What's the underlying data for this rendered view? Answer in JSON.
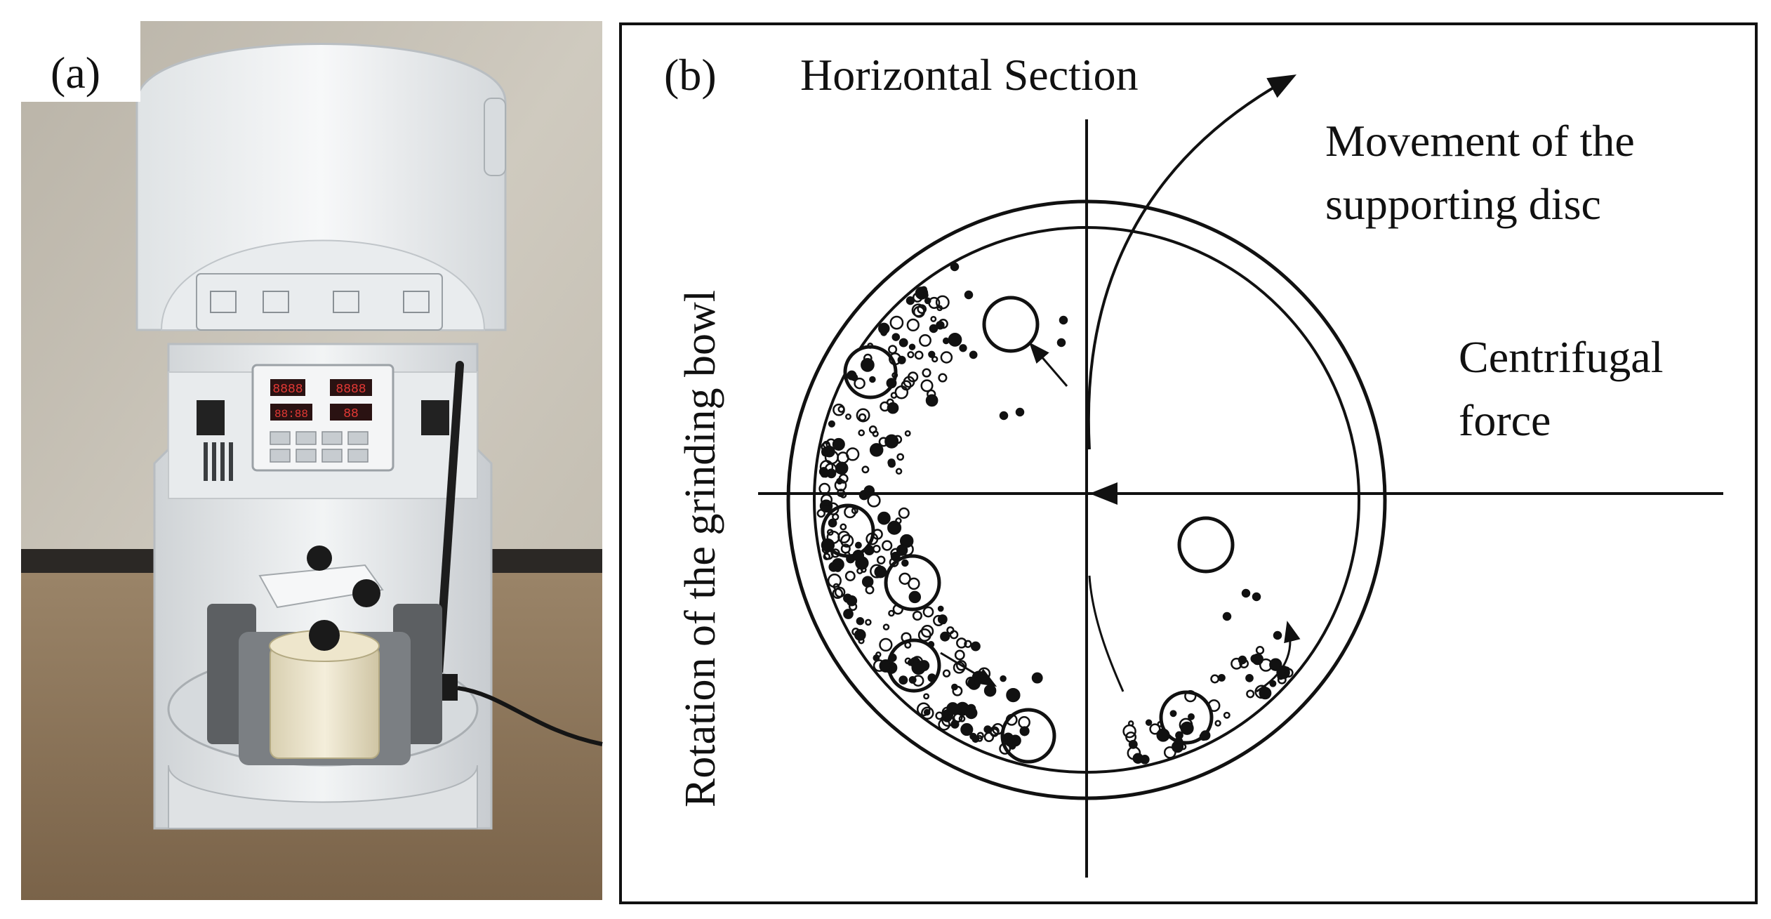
{
  "panel_a": {
    "label": "(a)",
    "display_digits": [
      "8888",
      "8888",
      "88:88",
      "88"
    ]
  },
  "panel_b": {
    "label": "(b)",
    "title": "Horizontal Section",
    "annotations": {
      "movement_line1": "Movement of the",
      "movement_line2": "supporting disc",
      "centrifugal_line1": "Centrifugal",
      "centrifugal_line2": "force",
      "rotation": "Rotation of the grinding bowl"
    }
  },
  "colors": {
    "wall": "#c9c4b8",
    "floor": "#8a7358",
    "machine_body": "#eceff0",
    "display_red": "#e53935",
    "ink": "#111111"
  }
}
